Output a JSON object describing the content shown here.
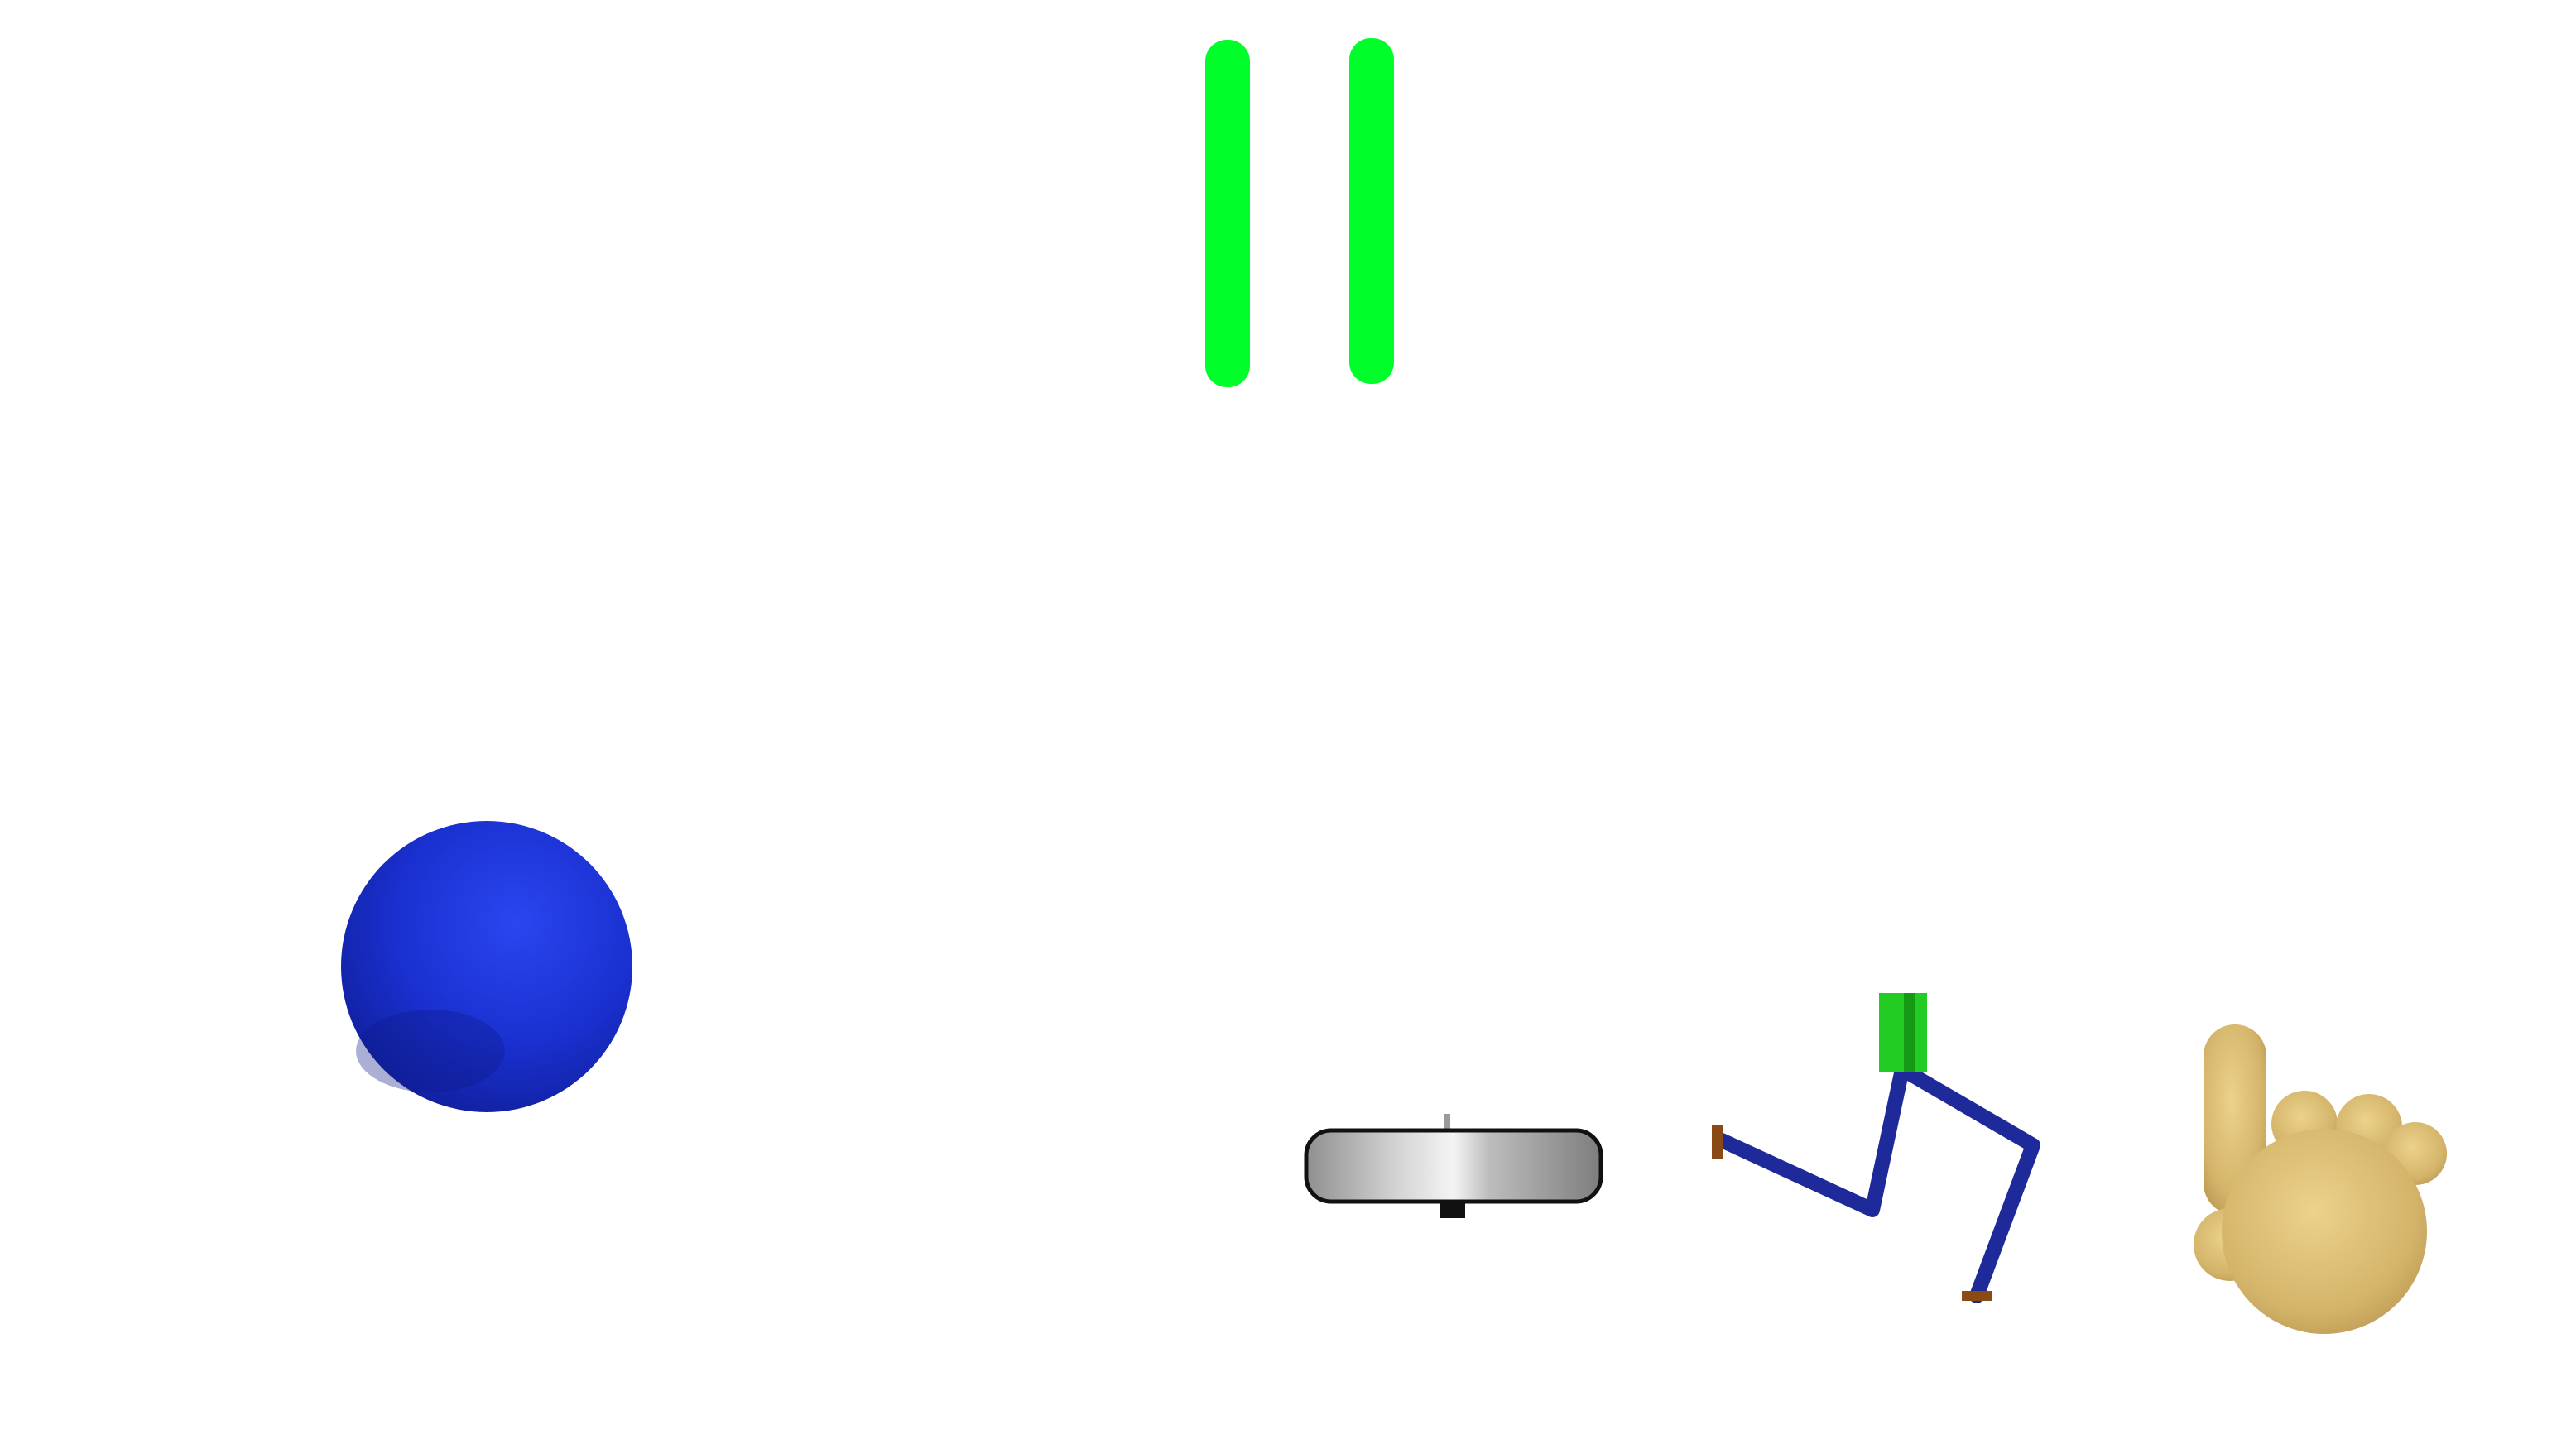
{
  "scene": {
    "background": "#ffffff",
    "objects": [
      {
        "name": "pause-icon",
        "color": "#00ff2a"
      },
      {
        "name": "ball",
        "color": "#1a2fd6"
      },
      {
        "name": "mirror",
        "color": "#b5b5b5"
      },
      {
        "name": "walker",
        "color": "#1f2a9a",
        "accent": "#22cc22"
      },
      {
        "name": "hand-pointer-icon",
        "color": "#d9bd72"
      }
    ]
  }
}
